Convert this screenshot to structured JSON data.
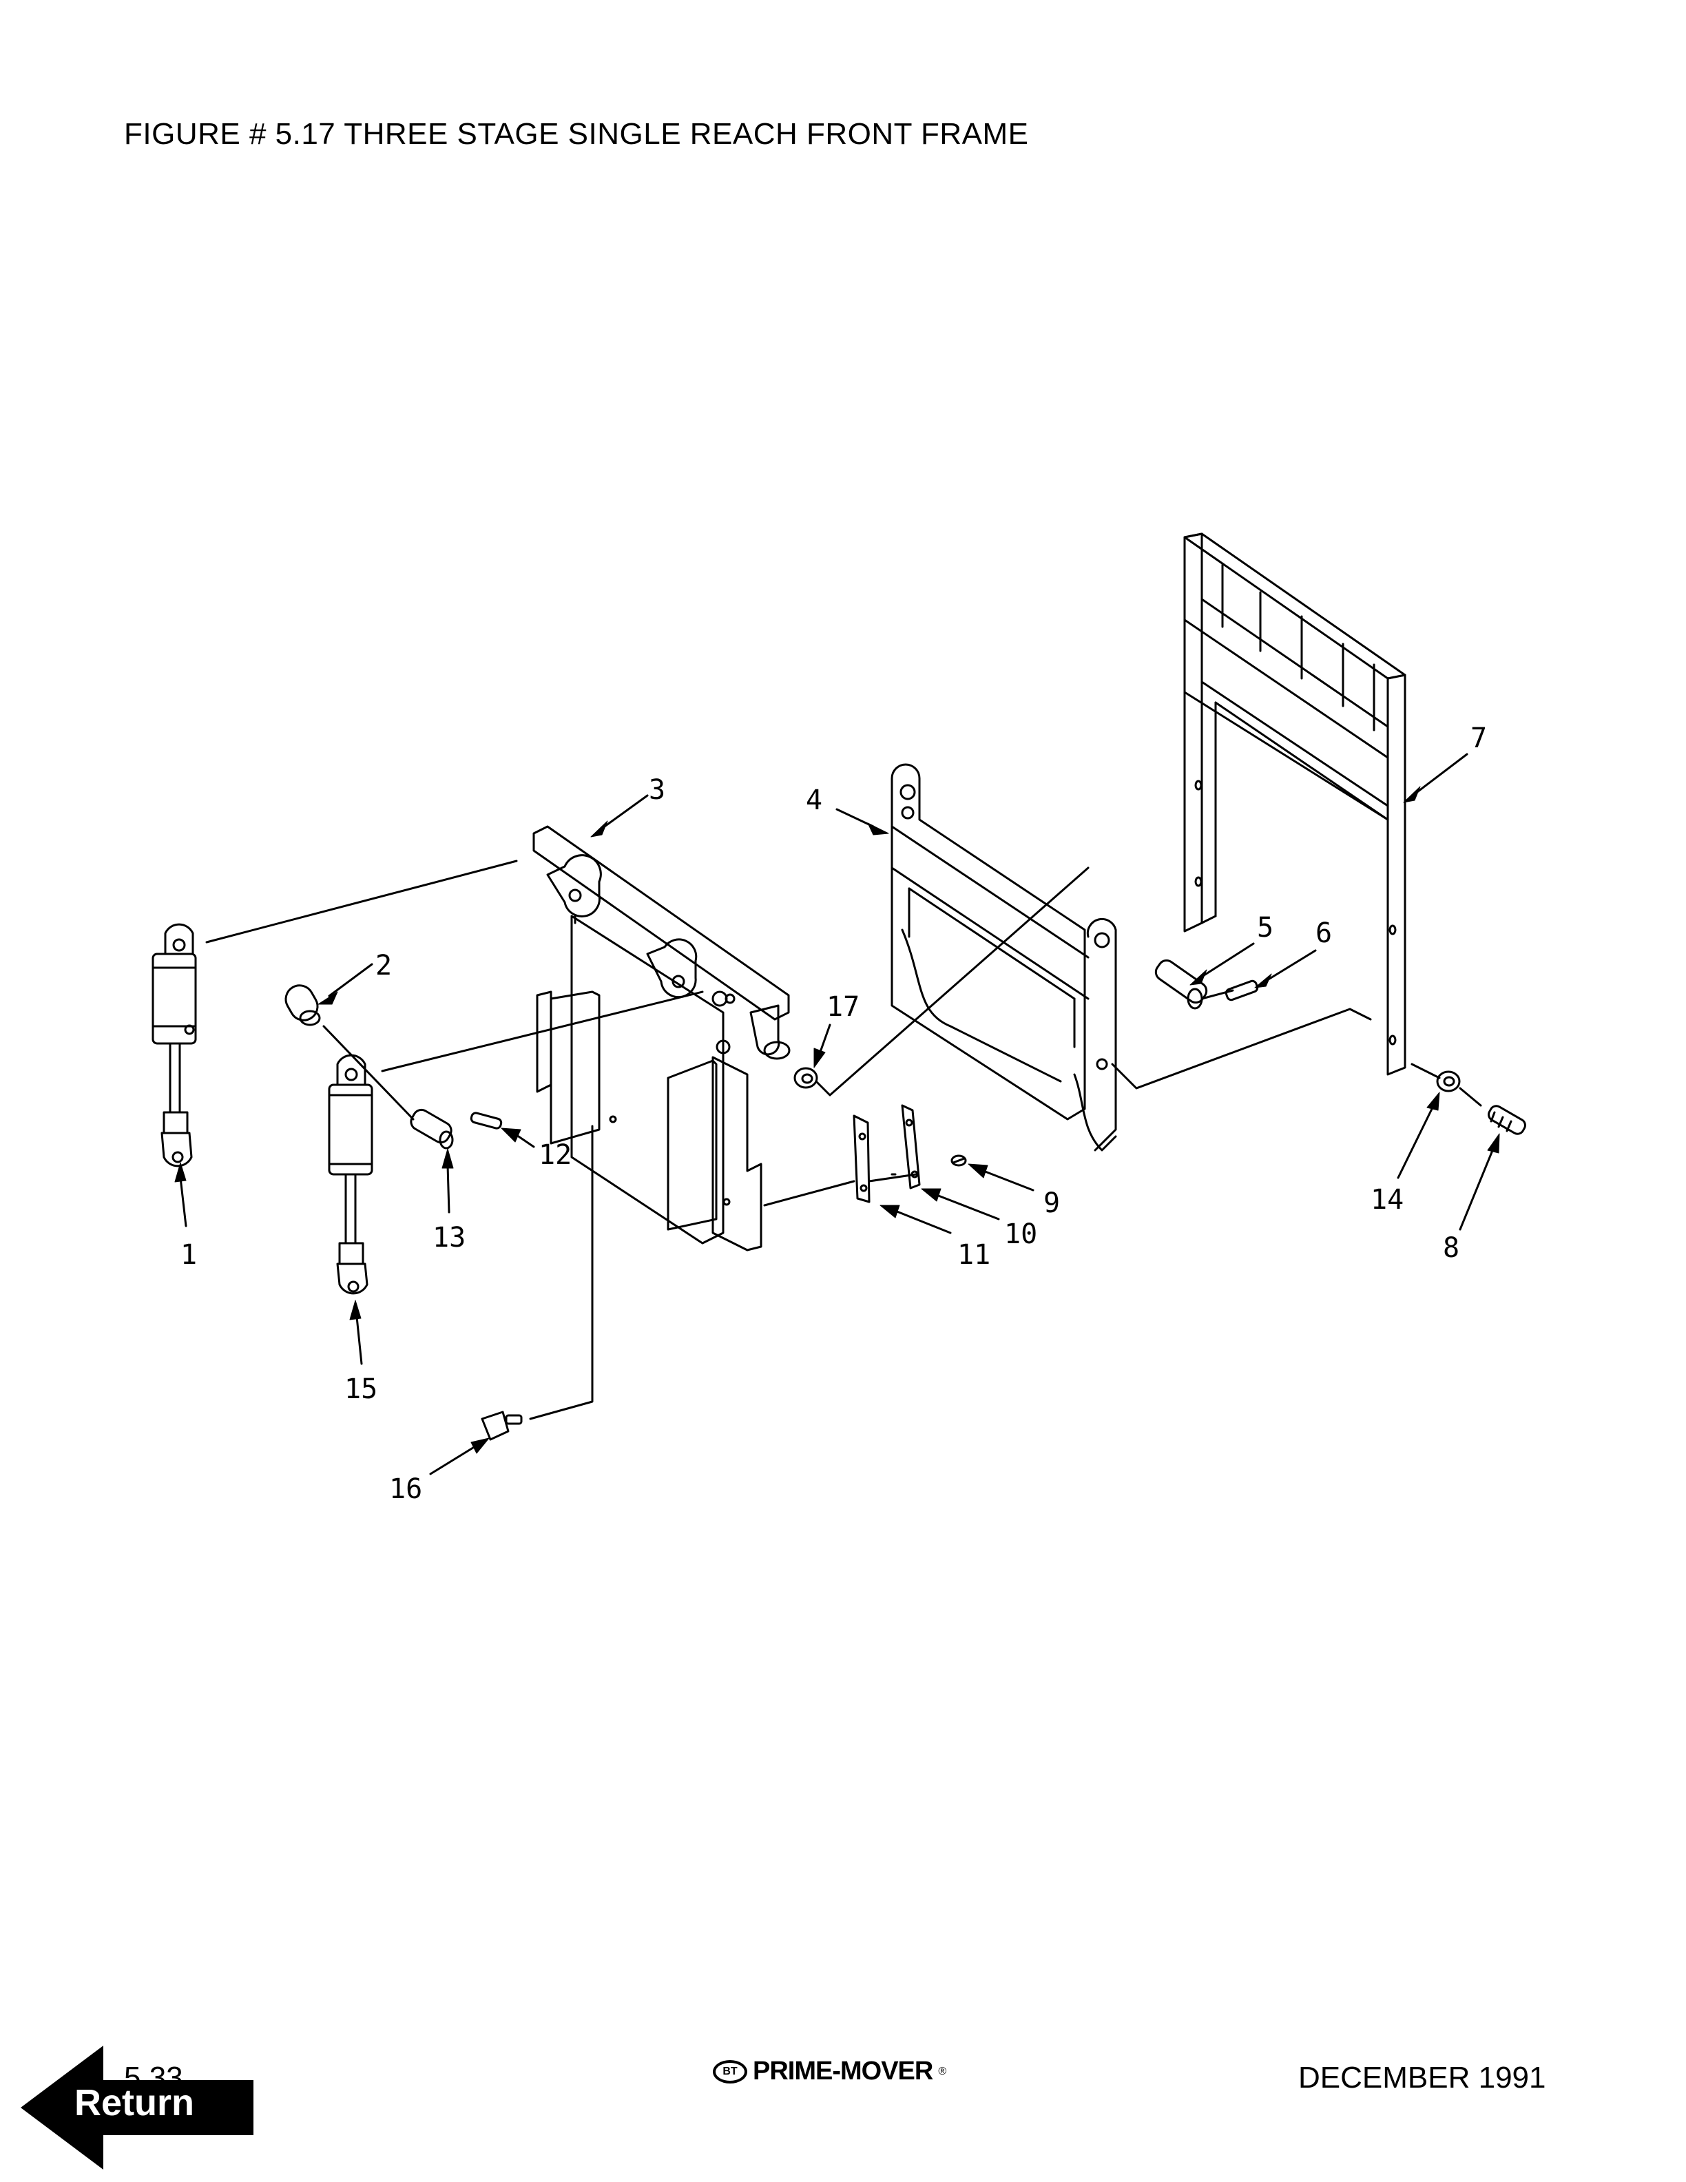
{
  "figure_title": "FIGURE # 5.17  THREE STAGE SINGLE REACH FRONT FRAME",
  "callouts": [
    "1",
    "2",
    "3",
    "4",
    "5",
    "6",
    "7",
    "8",
    "9",
    "10",
    "11",
    "12",
    "13",
    "14",
    "15",
    "16",
    "17"
  ],
  "footer": {
    "page_number": "5.33",
    "logo_text": "PRIME-MOVER",
    "logo_mark": "BT",
    "logo_reg": "®",
    "date": "DECEMBER 1991"
  },
  "return_button": {
    "label": "Return",
    "icon": "left-arrow-icon"
  }
}
